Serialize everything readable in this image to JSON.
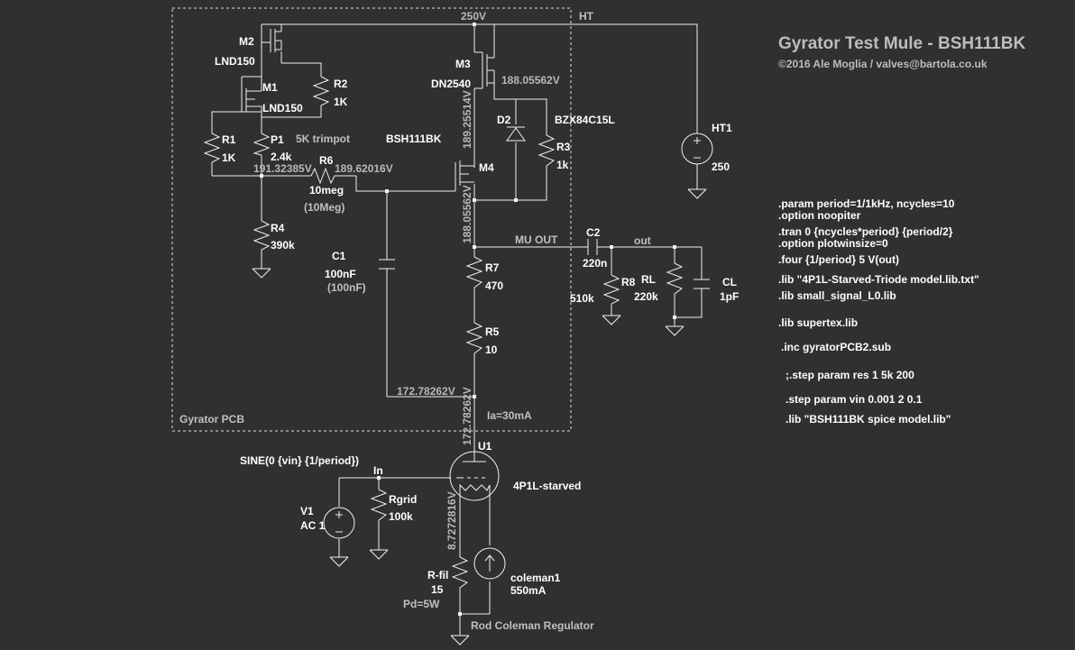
{
  "title": "Gyrator Test Mule - BSH111BK",
  "copyright": "©2016 Ale Moglia / valves@bartola.co.uk",
  "pcb_label": "Gyrator PCB",
  "nets": {
    "n250": "250V",
    "ht": "HT",
    "n188a": "188.05562V",
    "n189v": "189.25514V",
    "n191": "191.32385V",
    "n189b": "189.62016V",
    "n188v": "188.05562V",
    "mu_out": "MU OUT",
    "out": "out",
    "n172h": "172.78262V",
    "n172v": "172.78262V",
    "n8": "8.7272816V",
    "in": "In"
  },
  "components": {
    "m2": "M2",
    "m2_model": "LND150",
    "m1": "M1",
    "m1_model": "LND150",
    "r2": "R2",
    "r2_val": "1K",
    "m3": "M3",
    "m3_model": "DN2540",
    "d2": "D2",
    "d2_model": "BZX84C15L",
    "r1": "R1",
    "r1_val": "1K",
    "p1": "P1",
    "p1_val": "2.4k",
    "trimpot": "5K trimpot",
    "bsh": "BSH111BK",
    "r3": "R3",
    "r3_val": "1k",
    "m4": "M4",
    "r6": "R6",
    "r6_val": "10meg",
    "r6_alt": "(10Meg)",
    "r4": "R4",
    "r4_val": "390k",
    "c1": "C1",
    "c1_val": "100nF",
    "c1_alt": "(100nF)",
    "r7": "R7",
    "r7_val": "470",
    "r5": "R5",
    "r5_val": "10",
    "ia": "Ia=30mA",
    "c2": "C2",
    "c2_val": "220n",
    "r8": "R8",
    "r8_val": "510k",
    "rl": "RL",
    "rl_val": "220k",
    "cl": "CL",
    "cl_val": "1pF",
    "ht1": "HT1",
    "ht1_val": "250",
    "u1": "U1",
    "u1_model": "4P1L-starved",
    "sine": "SINE(0 {vin} {1/period})",
    "v1": "V1",
    "v1_val": "AC 1",
    "rgrid": "Rgrid",
    "rgrid_val": "100k",
    "rfil": "R-fil",
    "rfil_val": "15",
    "pd": "Pd=5W",
    "coleman": "coleman1",
    "coleman_val": "550mA",
    "reg": "Rod Coleman Regulator"
  },
  "directives": [
    ".param period=1/1kHz, ncycles=10",
    ".option noopiter",
    ".tran 0 {ncycles*period} {period/2}",
    ".option plotwinsize=0",
    ".four {1/period} 5 V(out)",
    ".lib \"4P1L-Starved-Triode model.lib.txt\"",
    ".lib small_signal_L0.lib",
    ".lib supertex.lib",
    ".inc gyratorPCB2.sub",
    ";.step param res 1 5k 200",
    ".step param vin 0.001 2 0.1",
    ".lib \"BSH111BK spice model.lib\""
  ]
}
